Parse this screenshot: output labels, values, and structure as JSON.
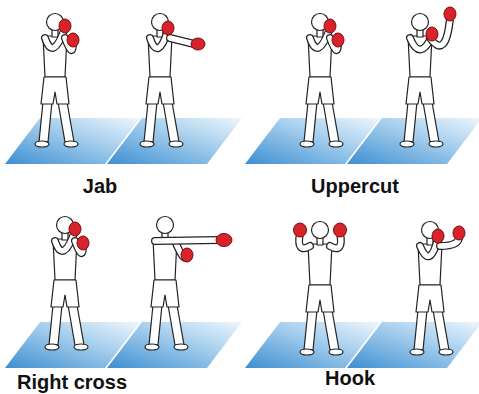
{
  "diagram": {
    "labels": [
      "Jab",
      "Uppercut",
      "Right cross",
      "Hook"
    ]
  }
}
